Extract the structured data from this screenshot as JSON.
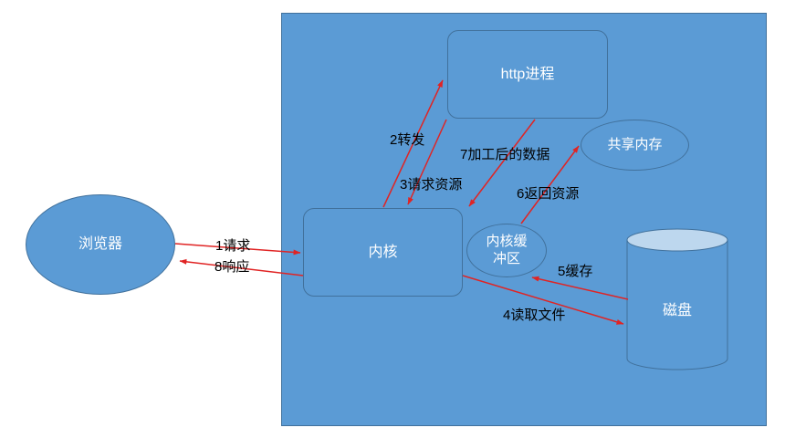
{
  "diagram": {
    "colors": {
      "shape_fill": "#5b9bd5",
      "shape_border": "#41719c",
      "boundary_fill": "#5b9bd5",
      "cylinder_top_fill": "#bdd7ee",
      "arrow": "#e02424",
      "shape_text": "#ffffff",
      "edge_label_text": "#000000",
      "background": "#ffffff"
    },
    "nodes": {
      "browser": {
        "label": "浏览器",
        "shape": "ellipse"
      },
      "kernel": {
        "label": "内核",
        "shape": "rounded-rectangle"
      },
      "http_process": {
        "label": "http进程",
        "shape": "rounded-rectangle"
      },
      "shared_memory": {
        "label": "共享内存",
        "shape": "ellipse"
      },
      "kernel_buffer": {
        "label": "内核缓冲区",
        "shape": "ellipse"
      },
      "disk": {
        "label": "磁盘",
        "shape": "cylinder"
      }
    },
    "edges": [
      {
        "label": "1请求",
        "from": "browser",
        "to": "kernel"
      },
      {
        "label": "2转发",
        "from": "kernel",
        "to": "http_process"
      },
      {
        "label": "3请求资源",
        "from": "http_process",
        "to": "kernel"
      },
      {
        "label": "4读取文件",
        "from": "kernel",
        "to": "disk"
      },
      {
        "label": "5缓存",
        "from": "disk",
        "to": "kernel_buffer"
      },
      {
        "label": "6返回资源",
        "from": "kernel_buffer",
        "to": "shared_memory"
      },
      {
        "label": "7加工后的数据",
        "from": "http_process",
        "to": "kernel"
      },
      {
        "label": "8响应",
        "from": "kernel",
        "to": "browser"
      }
    ]
  }
}
